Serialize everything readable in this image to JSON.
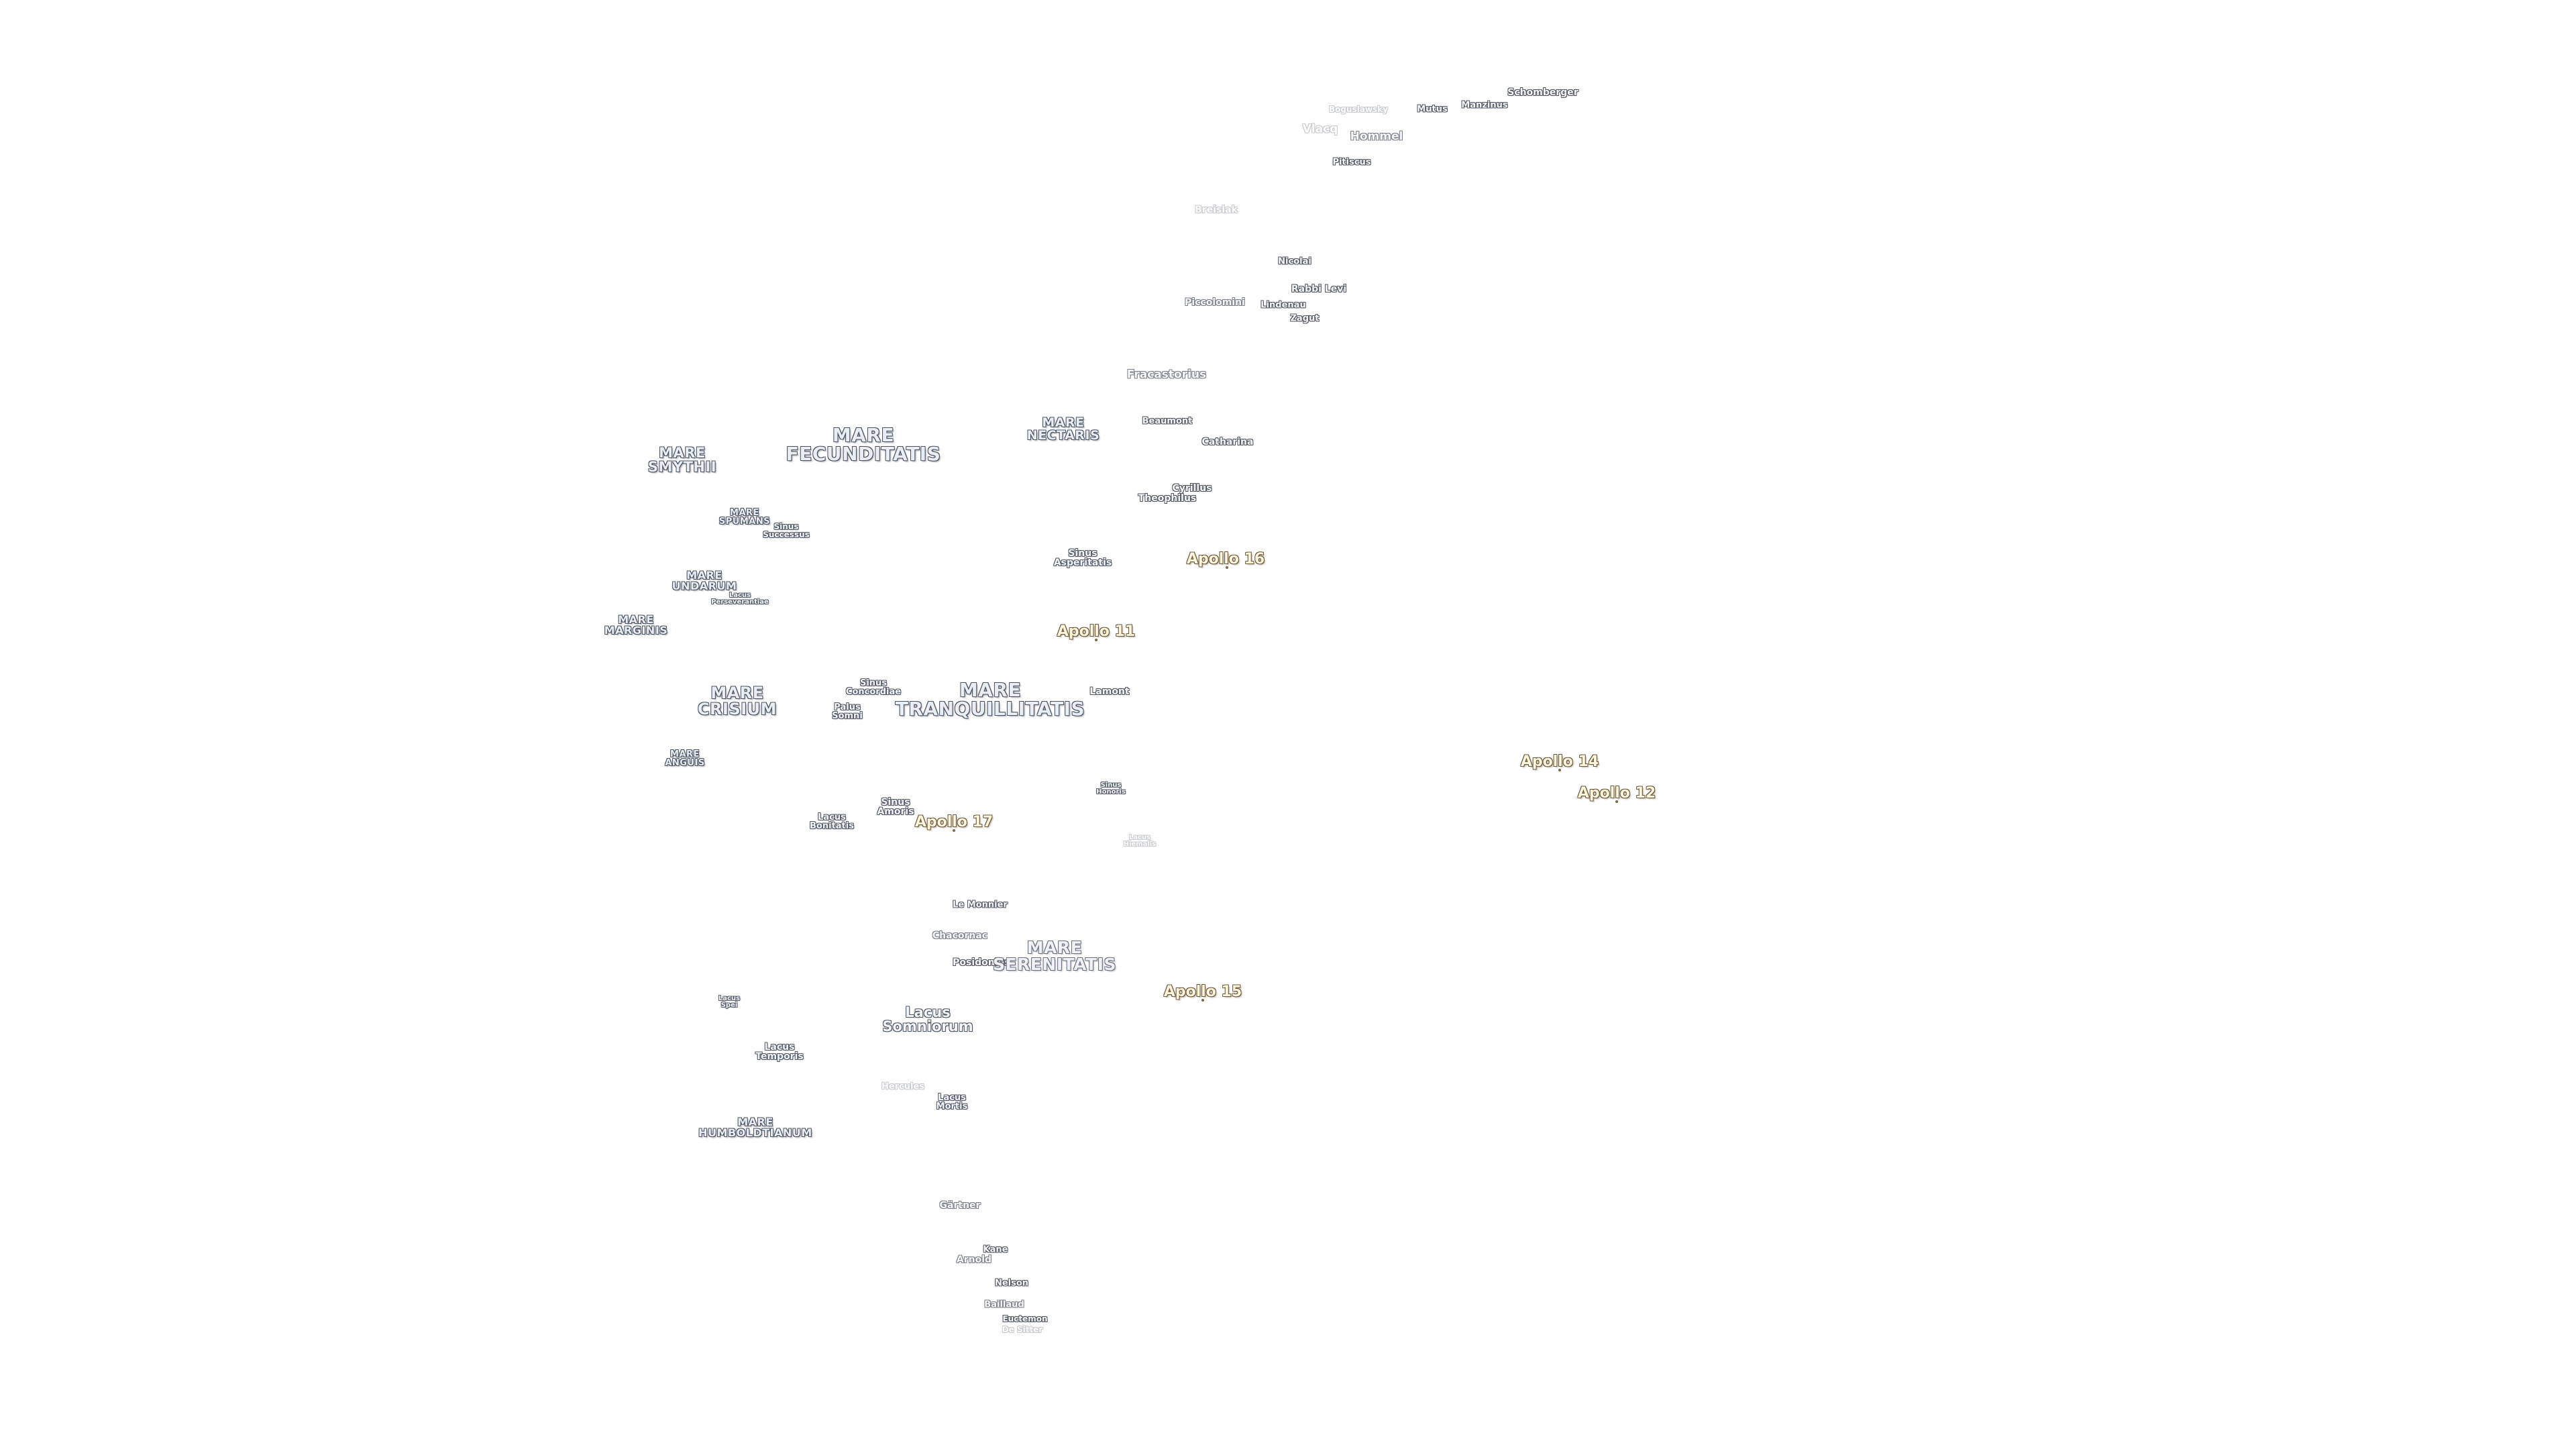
{
  "map": {
    "background": "#ffffff",
    "labels": {
      "schomberger": "Schomberger",
      "manzinus": "Manzinus",
      "mutus": "Mutus",
      "boussingault": "Boguslawsky",
      "hommel": "Hommel",
      "vlacq": "Vlacq",
      "pitiscus": "Pitiscus",
      "breislak": "Breislak",
      "nicolai": "Nicolai",
      "rabbi_levi": "Rabbi Levi",
      "piccolomini": "Piccolomini",
      "lindenau": "Lindenau",
      "zagut": "Zagut",
      "fracastorius": "Fracastorius",
      "beaumont": "Beaumont",
      "catharina": "Catharina",
      "cyrillus": "Cyrillus",
      "theophilus": "Theophilus",
      "mare_nectaris": "MARE\nNECTARIS",
      "mare_fecunditatis": "MARE\nFECUNDITATIS",
      "mare_smythii": "MARE\nSMYTHII",
      "mare_spumans": "MARE\nSPUMANS",
      "sinus_successus": "Sinus\nSuccessus",
      "mare_undarum": "MARE\nUNDARUM",
      "sinus_asperitatis": "Sinus\nAsperitatis",
      "apollo_16": "Apollo 16",
      "lacus_perseverantiae": "Lacus\nPerseverantiae",
      "mare_marginis": "MARE\nMARGINIS",
      "apollo_11": "Apollo 11",
      "mare_crisium": "MARE\nCRISIUM",
      "sinus_concordiae": "Sinus\nConcordiae",
      "palus_somni": "Palus\nSomni",
      "mare_tranquillitatis": "MARE\nTRANQUILLITATIS",
      "lamont": "Lamont",
      "mare_anguis": "MARE\nANGUIS",
      "apollo_14": "Apollo 14",
      "apollo_12": "Apollo 12",
      "sinus_honoris": "Sinus\nHonoris",
      "sinus_amoris": "Sinus\nAmoris",
      "lacus_bonitatis": "Lacus\nBonitatis",
      "apollo_17": "Apollo 17",
      "lacus_hiemalis": "Lacus\nHiemalis",
      "le_monnier": "Le Monnier",
      "chacornac": "Chacornac",
      "posidonius": "Posidonius",
      "mare_serenitatis": "MARE\nSERENITATIS",
      "apollo_15": "Apollo 15",
      "lacus_spei": "Lacus\nSpei",
      "lacus_somniorum": "Lacus\nSomniorum",
      "lacus_temporis": "Lacus\nTemporis",
      "hercules": "Hercules",
      "lacus_mortis": "Lacus\nMortis",
      "mare_humboldtianum": "MARE\nHUMBOLDTIANUM",
      "gartner": "Gärtner",
      "kane": "Kane",
      "arnold": "Arnold",
      "nelson": "Nelson",
      "baillaud": "Baillaud",
      "euctemon": "Euctemon",
      "de_sitter": "De Sitter"
    }
  }
}
